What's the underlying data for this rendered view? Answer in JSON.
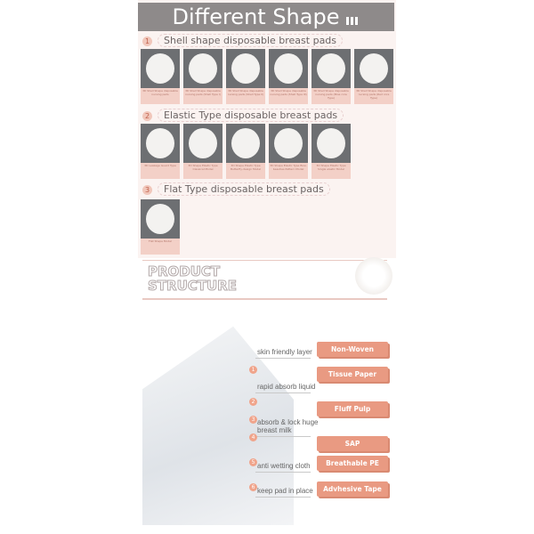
{
  "header": {
    "title": "Different Shape"
  },
  "sections": [
    {
      "num": "1",
      "title": "Shell shape disposable breast pads",
      "items": [
        "3D Shell Shape disposable nursing pads",
        "3D Shell Shape disposable nursing pads (Shell Type I)",
        "3D Shell Shape disposable nursing pads (Shell Type II)",
        "3D Shell Shape disposable nursing pads (Shell Type III)",
        "3D Shell Shape disposable nursing pads (Blue core Type)",
        "3D Shell Shape disposable nursing pads (Red core Type)"
      ]
    },
    {
      "num": "2",
      "title": "Elastic Type disposable breast pads",
      "items": [
        "3D Leakage Guard Type",
        "3D Shape Elastic Type Classical Model",
        "3D Shape Elastic Type Butterfly-design Model",
        "3D Shape Elastic Type Bow-beauties Pattern Model",
        "3D Shape Elastic Type Single elastic Model"
      ]
    },
    {
      "num": "3",
      "title": "Flat Type disposable breast pads",
      "items": [
        "Flat Shape Model"
      ]
    }
  ],
  "structure": {
    "title_line1": "PRODUCT",
    "title_line2": "STRUCTURE",
    "layers": [
      {
        "num": "",
        "desc": "skin friendly layer",
        "material": "Non-Woven"
      },
      {
        "num": "1",
        "desc": "rapid absorb liquid",
        "material": "Tissue Paper"
      },
      {
        "num": "2",
        "desc": "",
        "material": "Fluff Pulp"
      },
      {
        "num": "3",
        "desc": "absorb & lock huge breast milk",
        "material": "SAP"
      },
      {
        "num": "4",
        "desc": "",
        "material": ""
      },
      {
        "num": "5",
        "desc": "anti wetting cloth",
        "material": "Breathable PE Film"
      },
      {
        "num": "6",
        "desc": "keep pad in place",
        "material": "Advhesive Tape"
      }
    ]
  },
  "colors": {
    "header": "#8e8a8a",
    "accent": "#e99a82",
    "background": "#fbf3f1"
  }
}
